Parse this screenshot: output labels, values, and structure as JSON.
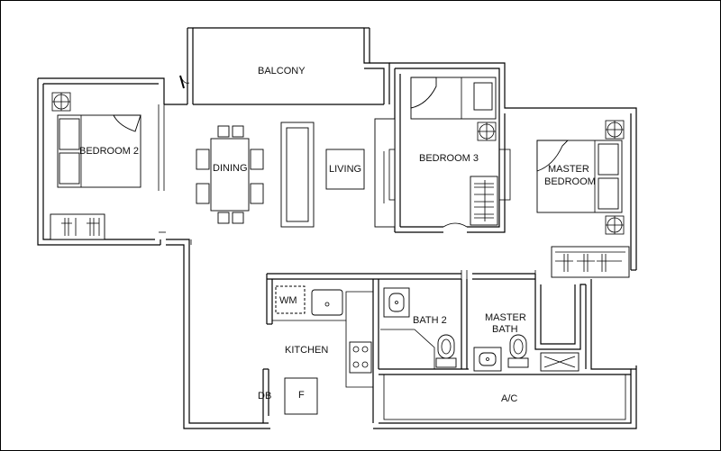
{
  "rooms": {
    "balcony": "BALCONY",
    "bedroom2": "BEDROOM 2",
    "dining": "DINING",
    "living": "LIVING",
    "bedroom3": "BEDROOM 3",
    "master_bedroom_line1": "MASTER",
    "master_bedroom_line2": "BEDROOM",
    "wm": "WM",
    "kitchen": "KITCHEN",
    "db": "DB",
    "fridge": "F",
    "bath2": "BATH 2",
    "master_bath_line1": "MASTER",
    "master_bath_line2": "BATH",
    "ac": "A/C"
  }
}
